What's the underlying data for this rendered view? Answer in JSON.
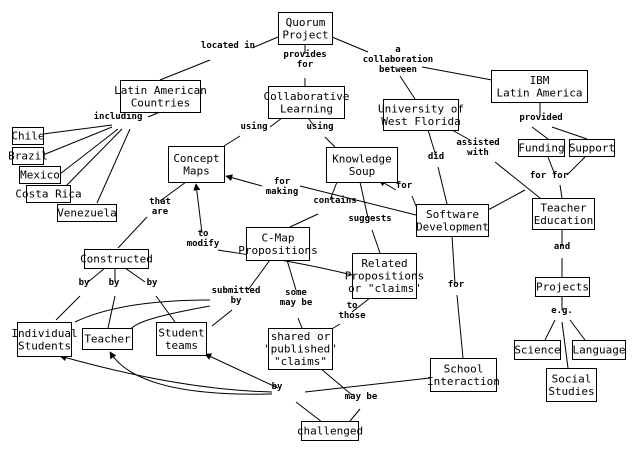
{
  "concepts": {
    "quorum": "Quorum\nProject",
    "latin_american_countries": "Latin American\nCountries",
    "collaborative_learning": "Collaborative\nLearning",
    "uwf": "University of\nWest Florida",
    "ibm": "IBM\nLatin America",
    "chile": "Chile",
    "brazil": "Brazil",
    "mexico": "Mexico",
    "costa_rica": "Costa Rica",
    "venezuela": "Venezuela",
    "concept_maps": "Concept\nMaps",
    "knowledge_soup": "Knowledge\nSoup",
    "funding": "Funding",
    "support": "Support",
    "software_development": "Software\nDevelopment",
    "teacher_education": "Teacher\nEducation",
    "cmap_propositions": "C-Map\nPropositions",
    "constructed": "Constructed",
    "related_propositions": "Related\nPropositions\nor \"claims\"",
    "projects": "Projects",
    "individual_students": "Individual\nStudents",
    "teacher": "Teacher",
    "student_teams": "Student\nteams",
    "shared_claims": "shared or\n\"published\"\n\"claims\"",
    "science": "Science",
    "language": "Language",
    "school_interaction": "School\nInteraction",
    "social_studies": "Social\nStudies",
    "challenged": "challenged"
  },
  "links": {
    "located_in": "located in",
    "provides_for": "provides\nfor",
    "collaboration_between": "a\ncollaboration\nbetween",
    "including": "including",
    "using_left": "using",
    "using_right": "using",
    "provided": "provided",
    "assisted_with": "assisted\nwith",
    "did": "did",
    "for_soup": "for",
    "for_making": "for\nmaking",
    "for_funding": "for",
    "for_support": "for",
    "that_are": "that\nare",
    "contains": "contains",
    "suggests": "suggests",
    "to_modify": "to\nmodify",
    "and": "and",
    "by_left": "by",
    "by_mid": "by",
    "by_right": "by",
    "submitted_by": "submitted\nby",
    "some_may_be": "some\nmay be",
    "to_those": "to\nthose",
    "for_school": "for",
    "eg": "e.g.",
    "by_bottom": "by",
    "may_be": "may be"
  }
}
